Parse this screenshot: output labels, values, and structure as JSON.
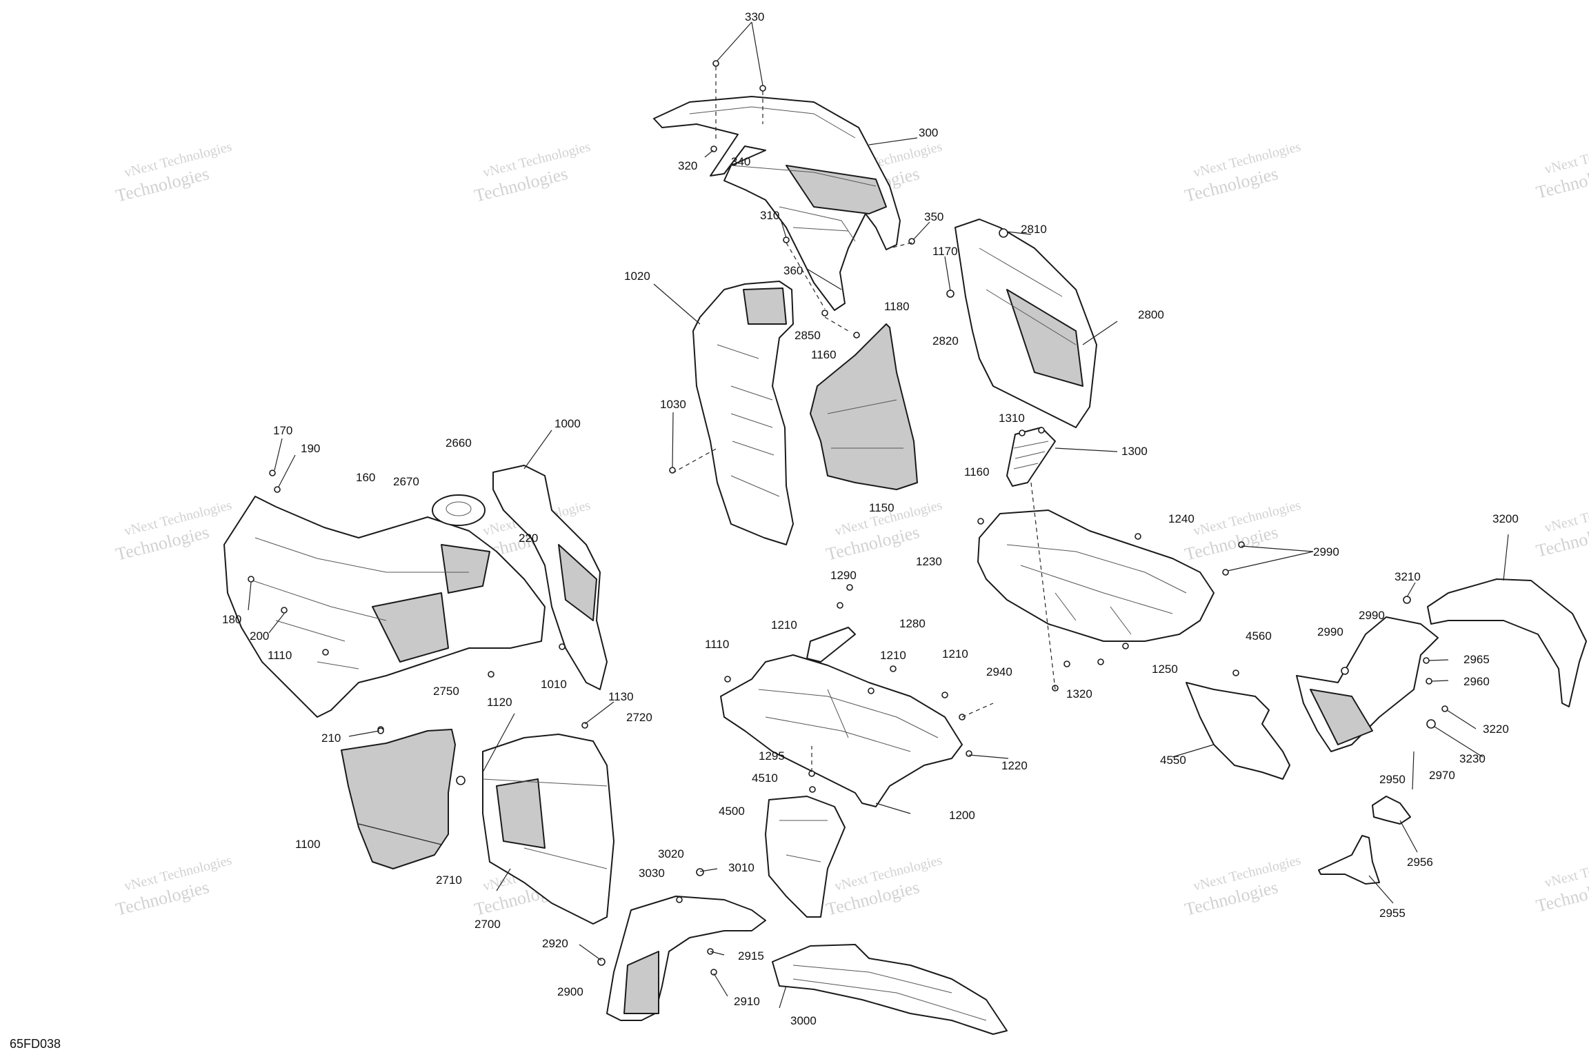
{
  "diagram_code": "65FD038",
  "watermark": {
    "line1": "vNext Technologies",
    "line2": "Technologies"
  },
  "callouts": [
    "330",
    "300",
    "320",
    "340",
    "310",
    "350",
    "360",
    "2810",
    "1170",
    "1180",
    "2820",
    "2800",
    "1020",
    "2850",
    "1160",
    "1030",
    "1150",
    "1310",
    "1300",
    "170",
    "190",
    "2660",
    "1000",
    "160",
    "2670",
    "220",
    "180",
    "200",
    "1110",
    "2750",
    "1010",
    "1160",
    "1240",
    "2990",
    "1230",
    "3200",
    "1290",
    "1280",
    "1210",
    "1210",
    "1210",
    "2940",
    "4560",
    "3210",
    "2990",
    "2990",
    "2965",
    "2960",
    "1110",
    "1250",
    "1320",
    "3220",
    "3230",
    "2970",
    "1120",
    "1130",
    "2720",
    "210",
    "4550",
    "2950",
    "1295",
    "1220",
    "4510",
    "1200",
    "4500",
    "1100",
    "2710",
    "2700",
    "3020",
    "3010",
    "3030",
    "2956",
    "2920",
    "2915",
    "2900",
    "2910",
    "3000",
    "2955"
  ],
  "colors": {
    "line": "#1a1a1a",
    "shade": "#c9c9c9",
    "watermark": "#9a9a9a"
  }
}
